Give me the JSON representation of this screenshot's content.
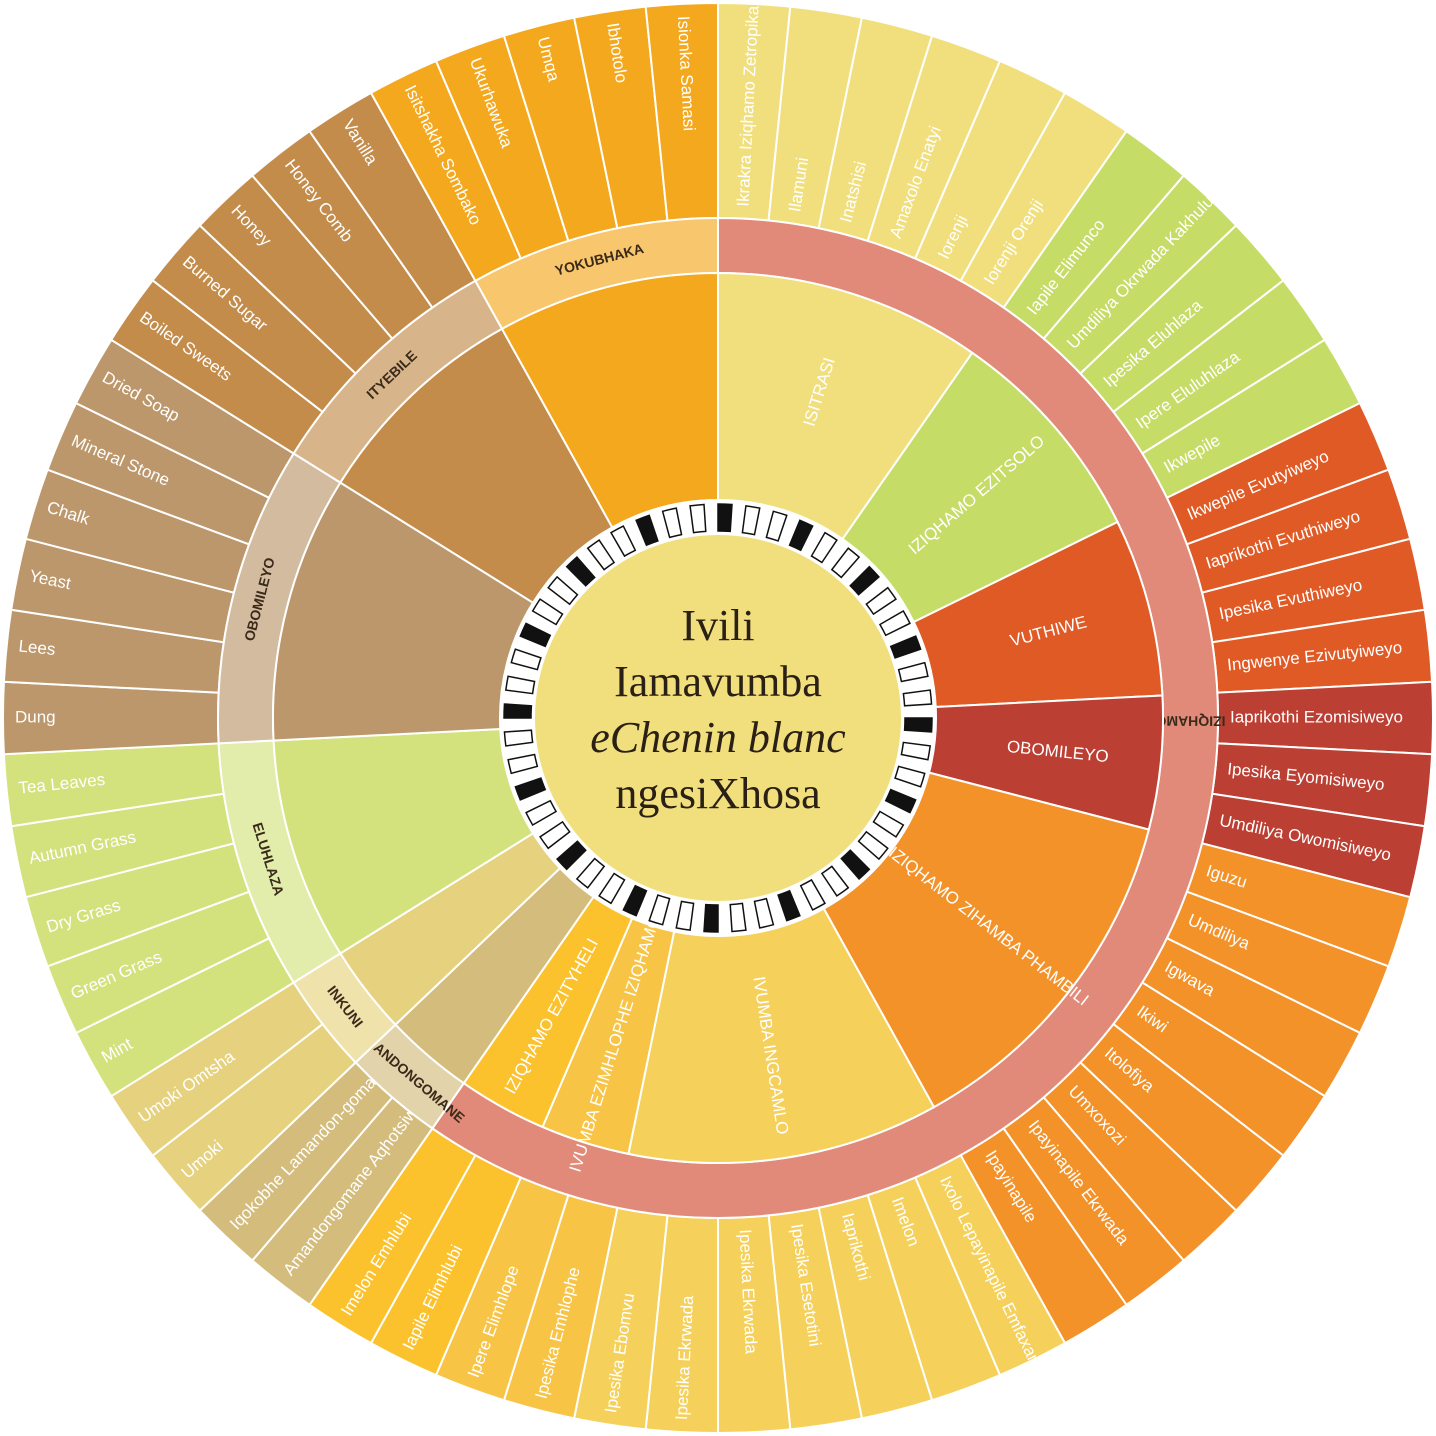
{
  "title": {
    "line1": "Ivili",
    "line2": "Iamavumba",
    "line3": "eChenin blanc",
    "line4": "ngesiXhosa"
  },
  "colors": {
    "yokubhaka": "#f4a81d",
    "isitrasi": "#f1df7d",
    "izitsolo": "#c5dc67",
    "vuthiwe": "#e05a26",
    "obomileyo_fruit": "#bb3f33",
    "zihamba": "#f4922a",
    "ngcamlo": "#f5d05a",
    "ezimhlophe": "#f8c446",
    "ezityheli": "#fbc22e",
    "amandongomane": "#d4bc7c",
    "inkuni": "#e6d27e",
    "eluhlaza": "#d3e27d",
    "obomileyo_earth": "#bc976b",
    "ityebile": "#c38c4b",
    "iziqhamo_band": "#e28a7a"
  },
  "center_pattern_icon": "patterned-ring-icon",
  "chart_data": {
    "type": "sunburst",
    "groups": [
      {
        "group": "IZIQHAMO",
        "categories": [
          {
            "name": "ISITRASI",
            "color_key": "isitrasi",
            "items": [
              "Ikrakra Iziqhamo Zetropikali/ Imbambusi",
              "Ilamuni",
              "Inatshisi",
              "Amaxolo Enatyi",
              "Iorenji",
              "Iorenji Orenji"
            ]
          },
          {
            "name": "IZIQHAMO EZITSOLO",
            "color_key": "izitsolo",
            "items": [
              "Iapile Elimunco",
              "Umdiliya Okrwada Kakhulu",
              "Ipesika Eluhlaza",
              "Ipere Eluluhlaza",
              "Ikwepile"
            ]
          },
          {
            "name": "VUTHIWE",
            "color_key": "vuthiwe",
            "items": [
              "Ikwepile Evutyiweyo",
              "Iaprikothi Evuthiweyo",
              "Ipesika Evuthiweyo",
              "Ingwenye Ezivutyiweyo"
            ]
          },
          {
            "name": "OBOMILEYO",
            "color_key": "obomileyo_fruit",
            "items": [
              "Iaprikothi Ezomisiweyo",
              "Ipesika Eyomisiweyo",
              "Umdiliya Owomisiweyo"
            ]
          },
          {
            "name": "IZIQHAMO ZIHAMBA PHAMBILI",
            "color_key": "zihamba",
            "items": [
              "Iguzu",
              "Umdiliya",
              "Igwava",
              "Ikiwi",
              "Itolofiya",
              "Umxoxozi",
              "Ipayinapile Ekrwada",
              "Ipayinapile"
            ]
          },
          {
            "name": "IVUMBA INGCAMLO",
            "color_key": "ngcamlo",
            "items": [
              "Ixolo Lepayinapile Emfaxangiweyo",
              "Imelon",
              "Iaprikothi",
              "Ipesika Esetotini",
              "Ipesika Ekrwada",
              "Ipesika Ekrwada",
              "Ipesika Ebomvu"
            ]
          },
          {
            "name": "IVUMBA EZIMHLOPHE IZIQHAMO",
            "color_key": "ezimhlophe",
            "items": [
              "Ipesika Emhlophe",
              "Ipere Elimhlope"
            ]
          },
          {
            "name": "IZIQHAMO EZITYHELI",
            "color_key": "ezityheli",
            "items": [
              "Iapile Elimhlubi",
              "Imelon Emhlubi"
            ]
          }
        ]
      },
      {
        "group": "AMANDONGOMANE",
        "categories": [
          {
            "name": "AMANDONGOMANE",
            "color_key": "amandongomane",
            "items": [
              "Amandongomane Aqhotsiweyo",
              "Iqokobhe Lamandon-gomane Akrwada"
            ]
          }
        ]
      },
      {
        "group": "INKUNI",
        "categories": [
          {
            "name": "INKUNI",
            "color_key": "inkuni",
            "items": [
              "Umoki",
              "Umoki Omtsha"
            ]
          }
        ]
      },
      {
        "group": "ELUHLAZA",
        "categories": [
          {
            "name": "ELUHLAZA",
            "color_key": "eluhlaza",
            "items": [
              "Mint",
              "Green Grass",
              "Dry Grass",
              "Autumn Grass",
              "Tea Leaves"
            ]
          }
        ]
      },
      {
        "group": "OBOMILEYO",
        "categories": [
          {
            "name": "OBOMILEYO",
            "color_key": "obomileyo_earth",
            "items": [
              "Dung",
              "Lees",
              "Yeast",
              "Chalk",
              "Mineral Stone",
              "Dried Soap"
            ]
          }
        ]
      },
      {
        "group": "ITYEBILE",
        "categories": [
          {
            "name": "ITYEBILE",
            "color_key": "ityebile",
            "items": [
              "Boiled Sweets",
              "Burned Sugar",
              "Honey",
              "Honey Comb",
              "Vanilla"
            ]
          }
        ]
      },
      {
        "group": "YOKUBHAKA",
        "categories": [
          {
            "name": "YOKUBHAKA",
            "color_key": "yokubhaka",
            "items": [
              "Isitshakha Sombako",
              "Ukurhawuka",
              "Umqa",
              "Ibhotolo",
              "Isionka Samasi"
            ]
          }
        ]
      }
    ]
  }
}
